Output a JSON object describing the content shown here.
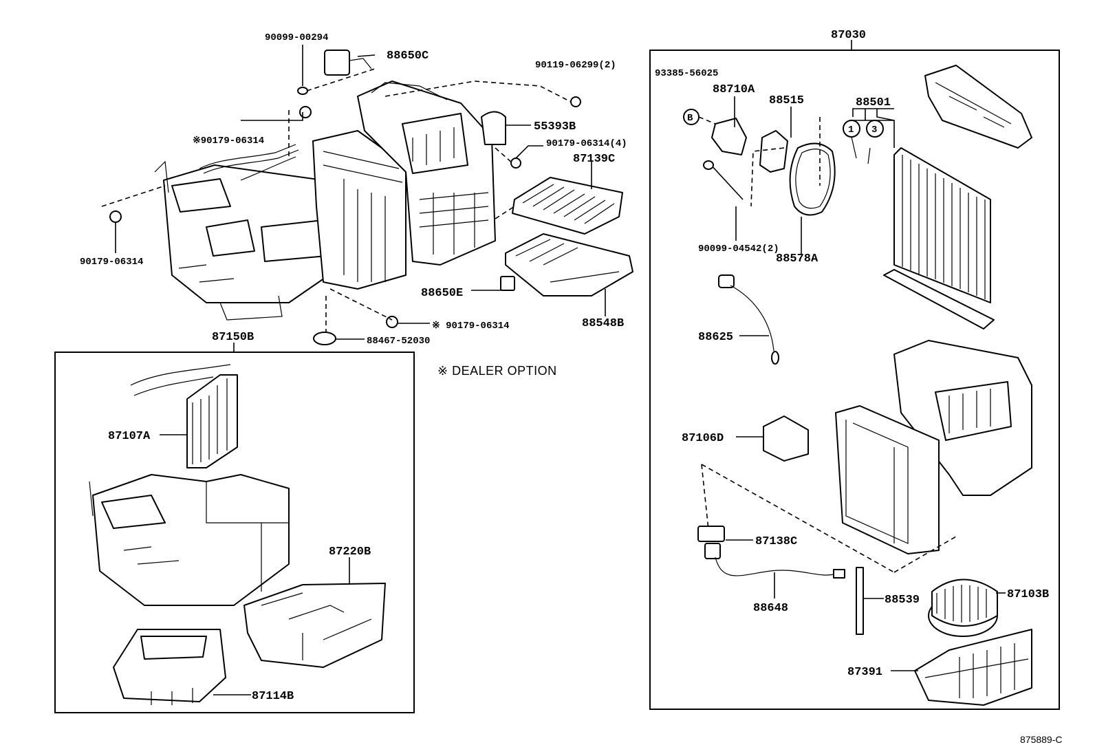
{
  "labels": {
    "p_90099_00294": "90099-00294",
    "p_88650c": "88650C",
    "p_90119_06299": "90119-06299(2)",
    "p_90179_06314_a": "※90179-06314",
    "p_55393b": "55393B",
    "p_90179_06314_4": "90179-06314(4)",
    "p_87139c": "87139C",
    "p_90179_06314_b": "90179-06314",
    "p_88650e": "88650E",
    "p_88548b": "88548B",
    "p_90179_06314_c": "※ 90179-06314",
    "p_88467_52030": "88467-52030",
    "p_87150b": "87150B",
    "dealer_option": "※  DEALER OPTION",
    "p_87107a": "87107A",
    "p_87220b": "87220B",
    "p_87114b": "87114B",
    "p_87030": "87030",
    "p_93385_56025": "93385-56025",
    "p_88710a": "88710A",
    "p_88515": "88515",
    "p_88501": "88501",
    "circle_b": "B",
    "circle_1": "1",
    "circle_3": "3",
    "p_90099_04542": "90099-04542(2)",
    "p_88578a": "88578A",
    "p_88625": "88625",
    "p_87106d": "87106D",
    "p_87138c": "87138C",
    "p_88648": "88648",
    "p_88539": "88539",
    "p_87103b": "87103B",
    "p_87391": "87391",
    "diagram_code": "875889-C"
  }
}
